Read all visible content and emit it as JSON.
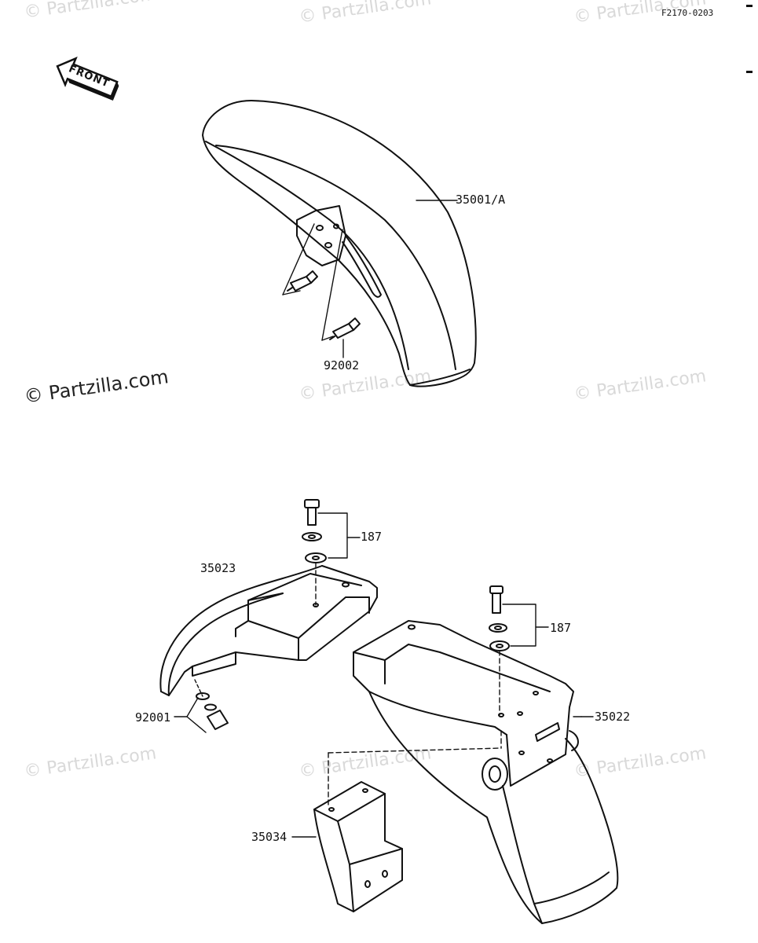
{
  "diagram": {
    "code": "F2170-0203",
    "front_label": "FRONT",
    "watermark": "© Partzilla.com",
    "parts": {
      "front_fender": "35001/A",
      "bolt_front": "92002",
      "bolt_washer_set_top": "187",
      "bolt_washer_set_right": "187",
      "rear_fender_front": "35023",
      "bolt_small": "92001",
      "rear_fender_rear": "35022",
      "bracket": "35034"
    }
  }
}
